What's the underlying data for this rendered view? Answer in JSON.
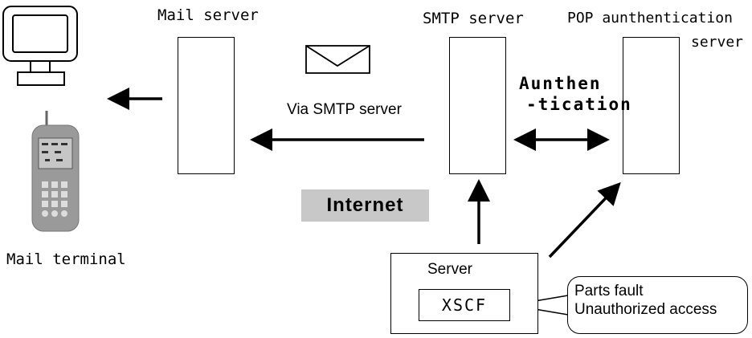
{
  "labels": {
    "mail_server": "Mail server",
    "smtp_server": "SMTP server",
    "pop_server_line1": "POP aunthentication",
    "pop_server_line2": "server",
    "via_smtp": "Via SMTP server",
    "auth_line1": "Aunthen",
    "auth_line2": "-tication",
    "internet": "Internet",
    "mail_terminal": "Mail terminal",
    "server": "Server",
    "xscf": "XSCF",
    "callout_line1": "Parts fault",
    "callout_line2": "Unauthorized access"
  },
  "colors": {
    "line": "#000000",
    "internet_bg": "#c8c8c8",
    "phone_body": "#9a9a9a"
  },
  "icons": [
    "monitor-icon",
    "mobile-phone-icon",
    "envelope-icon"
  ]
}
